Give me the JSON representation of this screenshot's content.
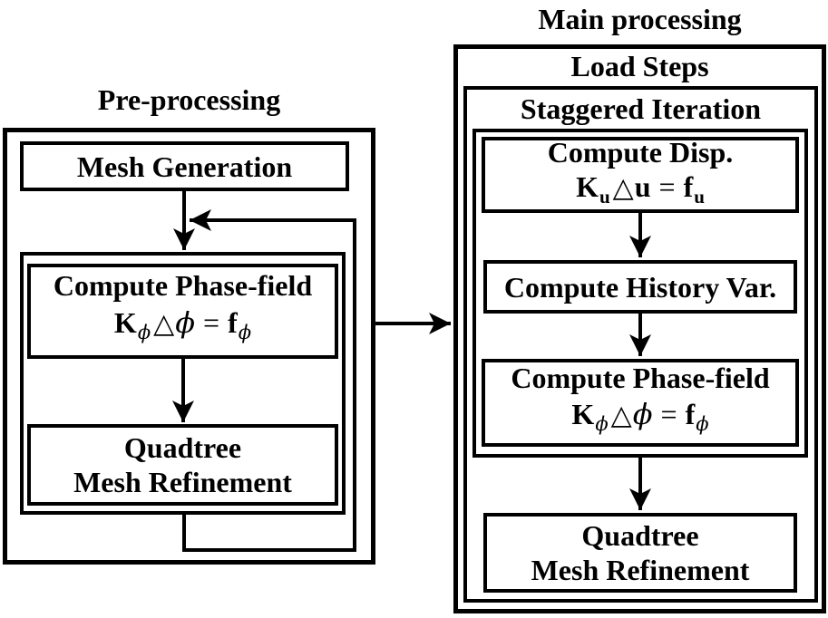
{
  "colors": {
    "ink": "#000000",
    "paper": "#ffffff"
  },
  "pre": {
    "title": "Pre-processing",
    "mesh_generation": "Mesh Generation",
    "phase_field": {
      "label": "Compute Phase-field",
      "eq": {
        "K": "K",
        "K_sub": "ϕ",
        "delta": "△",
        "var": "ϕ",
        "equals": "=",
        "f": "f",
        "f_sub": "ϕ"
      }
    },
    "quadtree": {
      "line1": "Quadtree",
      "line2": "Mesh Refinement"
    }
  },
  "main": {
    "title": "Main processing",
    "load_steps_label": "Load Steps",
    "staggered_label": "Staggered Iteration",
    "compute_disp": {
      "label": "Compute Disp.",
      "eq": {
        "K": "K",
        "K_sub": "u",
        "delta": "△",
        "var": "u",
        "equals": "=",
        "f": "f",
        "f_sub": "u"
      }
    },
    "history_var": {
      "label": "Compute History Var."
    },
    "phase_field": {
      "label": "Compute Phase-field",
      "eq": {
        "K": "K",
        "K_sub": "ϕ",
        "delta": "△",
        "var": "ϕ",
        "equals": "=",
        "f": "f",
        "f_sub": "ϕ"
      }
    },
    "quadtree": {
      "line1": "Quadtree",
      "line2": "Mesh Refinement"
    }
  }
}
